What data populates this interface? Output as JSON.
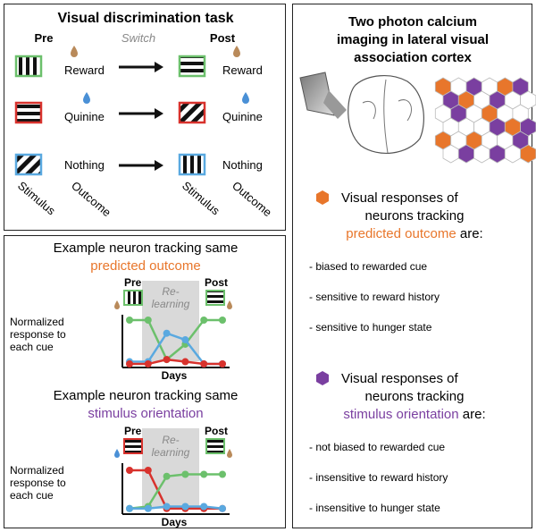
{
  "task": {
    "title": "Visual discrimination task",
    "pre_label": "Pre",
    "switch_label": "Switch",
    "post_label": "Post",
    "rows": [
      {
        "pre_outcome": "Reward",
        "post_outcome": "Reward"
      },
      {
        "pre_outcome": "Quinine",
        "post_outcome": "Quinine"
      },
      {
        "pre_outcome": "Nothing",
        "post_outcome": "Nothing"
      }
    ],
    "axis_stimulus": "Stimulus",
    "axis_outcome": "Outcome"
  },
  "example": {
    "title1_line1": "Example neuron tracking same",
    "title1_line2": "predicted outcome",
    "title2_line1": "Example neuron tracking same",
    "title2_line2": "stimulus orientation",
    "pre_label": "Pre",
    "post_label": "Post",
    "relearning_line1": "Re-",
    "relearning_line2": "learning",
    "ylabel_lines": [
      "Normalized",
      "response to",
      "each cue"
    ],
    "xlabel": "Days"
  },
  "summary": {
    "title_lines": [
      "Two photon calcium",
      "imaging in lateral visual",
      "association cortex"
    ],
    "outcome_block": {
      "line1": "Visual responses of",
      "line2": "neurons tracking",
      "highlight": "predicted outcome",
      "suffix": " are:",
      "bullets": [
        "- biased to rewarded cue",
        "- sensitive to reward history",
        "- sensitive to hunger state"
      ]
    },
    "orientation_block": {
      "line1": "Visual responses of",
      "line2": "neurons tracking",
      "highlight": "stimulus orientation",
      "suffix": " are:",
      "bullets": [
        "- not biased to rewarded cue",
        "- insensitive to reward history",
        "- insensitive to hunger state"
      ]
    }
  },
  "colors": {
    "orange": "#e8762b",
    "purple": "#7a3fa0",
    "green": "#6cc06c",
    "red": "#d8322d",
    "blue": "#5aa9e0",
    "reward_drop": "#b98a5a",
    "quinine_drop": "#4a90d6",
    "gray_text": "#888888",
    "shade": "#d9d9d9"
  },
  "chart_data": [
    {
      "type": "line",
      "title": "Example neuron tracking same predicted outcome",
      "xlabel": "Days",
      "ylabel": "Normalized response to each cue",
      "ylim": [
        0,
        1
      ],
      "x": [
        1,
        2,
        3,
        4,
        5,
        6
      ],
      "series": [
        {
          "color": "green",
          "values": [
            1.0,
            1.0,
            0.1,
            0.45,
            1.0,
            1.0
          ]
        },
        {
          "color": "blue",
          "values": [
            0.05,
            0.05,
            0.7,
            0.55,
            0.0,
            0.0
          ]
        },
        {
          "color": "red",
          "values": [
            0.0,
            0.0,
            0.1,
            0.05,
            0.0,
            0.0
          ]
        }
      ]
    },
    {
      "type": "line",
      "title": "Example neuron tracking same stimulus orientation",
      "xlabel": "Days",
      "ylabel": "Normalized response to each cue",
      "ylim": [
        0,
        1
      ],
      "x": [
        1,
        2,
        3,
        4,
        5,
        6
      ],
      "series": [
        {
          "color": "red",
          "values": [
            1.0,
            1.0,
            0.05,
            0.05,
            0.05,
            0.05
          ]
        },
        {
          "color": "green",
          "values": [
            0.05,
            0.1,
            0.85,
            0.9,
            0.9,
            0.9
          ]
        },
        {
          "color": "blue",
          "values": [
            0.05,
            0.05,
            0.1,
            0.1,
            0.1,
            0.05
          ]
        }
      ]
    }
  ]
}
